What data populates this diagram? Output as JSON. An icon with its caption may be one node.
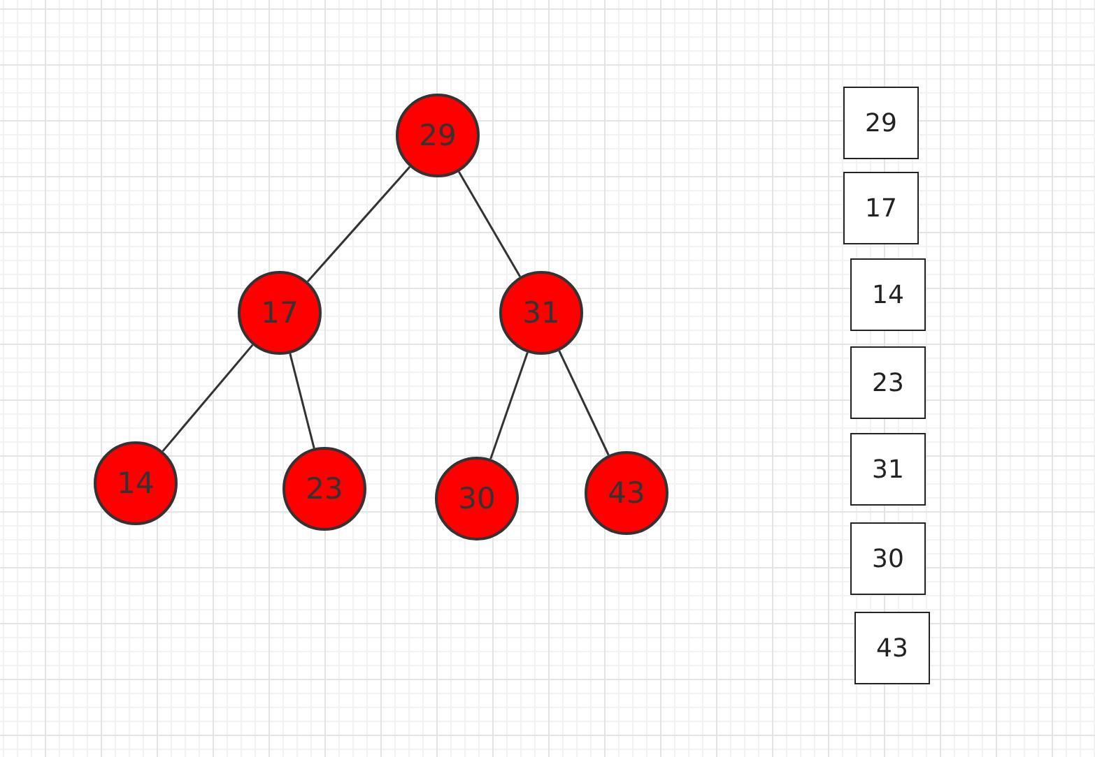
{
  "diagram": {
    "nodes": [
      {
        "text": [
          "29"
        ]
      },
      {
        "text": [
          "17"
        ]
      },
      {
        "text": [
          "31"
        ]
      },
      {
        "text": [
          "14"
        ]
      },
      {
        "text": [
          "23"
        ]
      },
      {
        "text": [
          "30"
        ]
      },
      {
        "text": [
          "43"
        ]
      },
      {
        "text": [
          "29"
        ]
      },
      {
        "text": [
          "17"
        ]
      },
      {
        "text": [
          "14"
        ]
      },
      {
        "text": [
          "23"
        ]
      },
      {
        "text": [
          "31"
        ]
      },
      {
        "text": [
          "30"
        ]
      },
      {
        "text": [
          "43"
        ]
      }
    ],
    "edges": [
      {
        "from": 0,
        "to": 1,
        "arrow": "none"
      },
      {
        "from": 0,
        "to": 2,
        "arrow": "none"
      },
      {
        "from": 1,
        "to": 3,
        "arrow": "none"
      },
      {
        "from": 1,
        "to": 4,
        "arrow": "none"
      },
      {
        "from": 2,
        "to": 5,
        "arrow": "none"
      },
      {
        "from": 2,
        "to": 6,
        "arrow": "none"
      }
    ]
  }
}
